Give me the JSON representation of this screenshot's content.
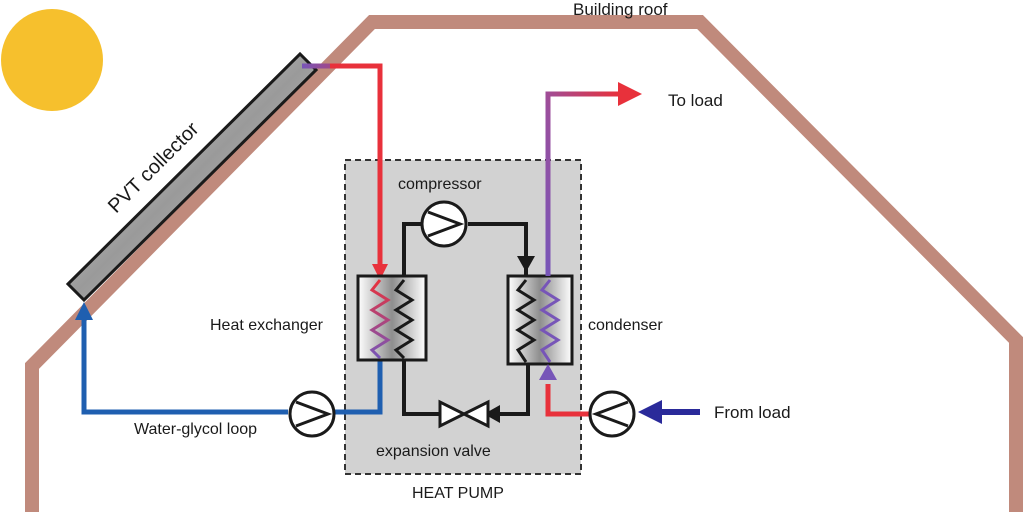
{
  "labels": {
    "roof": "Building roof",
    "collector": "PVT collector",
    "to_load": "To load",
    "compressor": "compressor",
    "heat_exchanger": "Heat exchanger",
    "condenser": "condenser",
    "loop": "Water-glycol loop",
    "expansion_valve": "expansion valve",
    "from_load": "From load",
    "heat_pump": "HEAT PUMP"
  },
  "colors": {
    "roof": "#c08a7c",
    "sun": "#f6c02d",
    "hot": "#e8313b",
    "cold": "#1f5fb0",
    "load_cold": "#2a2a9a",
    "refrigerant": "#1a1a1a",
    "heat_pump_box": "#d2d2d2"
  }
}
